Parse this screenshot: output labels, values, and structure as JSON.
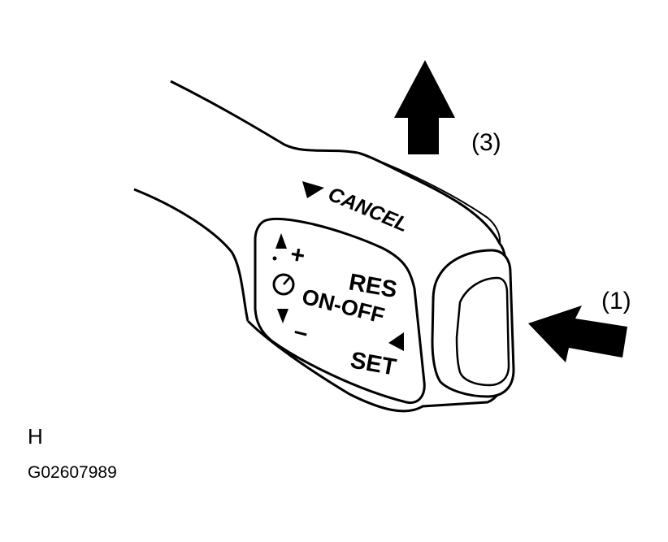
{
  "diagram": {
    "switch_labels": {
      "cancel": "CANCEL",
      "res": "RES",
      "on_off": "ON-OFF",
      "set": "SET",
      "plus": "+",
      "minus": "–"
    },
    "callouts": {
      "push": "(1)",
      "pull": "(3)"
    },
    "corner_letter": "H",
    "figure_code": "G02607989",
    "colors": {
      "line": "#000000",
      "background": "#ffffff"
    }
  }
}
